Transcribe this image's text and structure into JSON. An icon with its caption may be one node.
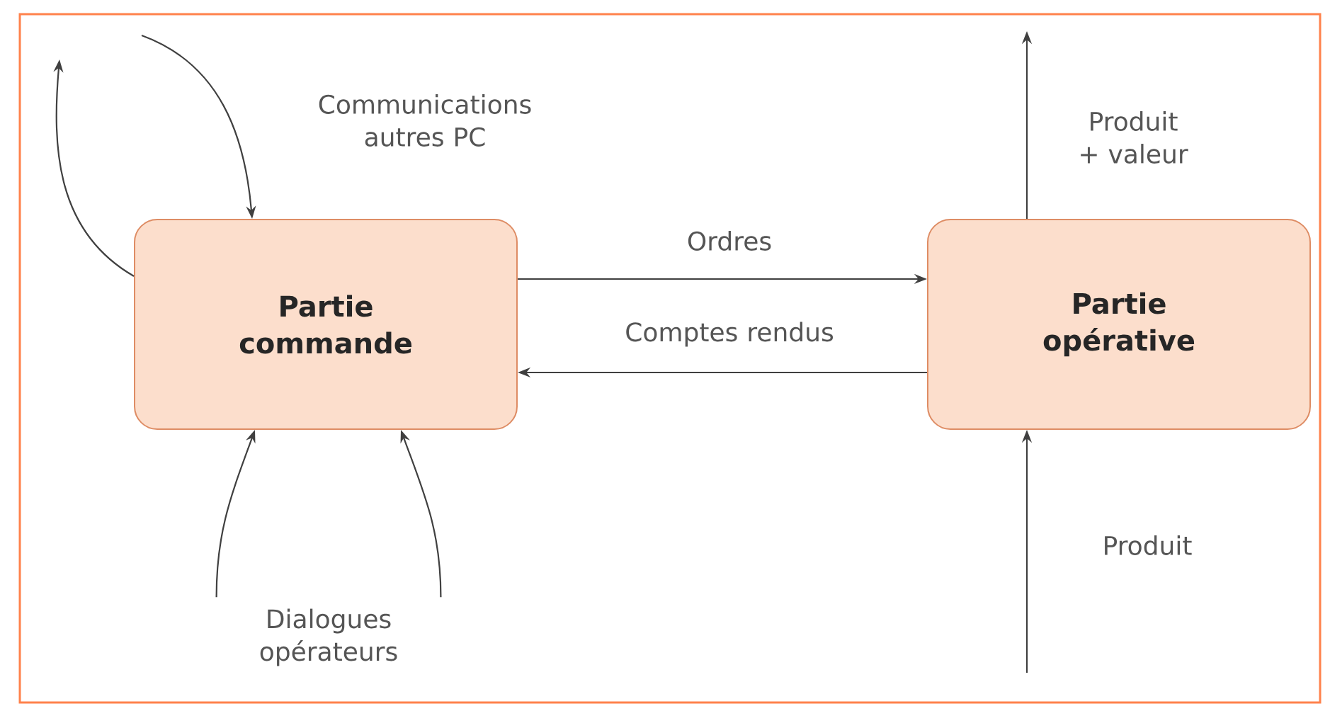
{
  "diagram": {
    "nodes": [
      {
        "text": [
          "Partie commande"
        ]
      },
      {
        "text": [
          "Partie opérative"
        ]
      },
      {
        "text": [
          "Dialogues opérateurs"
        ]
      }
    ],
    "edges": [
      {
        "from": 0,
        "to": 1,
        "arrow": "to",
        "label": "Ordres"
      },
      {
        "from": 1,
        "to": 0,
        "arrow": "to",
        "label": "Comptes rendus"
      },
      {
        "from": null,
        "to": 0,
        "arrow": "to",
        "label": "Communications autres PC"
      },
      {
        "from": 0,
        "to": null,
        "arrow": "to"
      },
      {
        "from": 2,
        "to": 0,
        "arrow": "to"
      },
      {
        "from": 2,
        "to": 0,
        "arrow": "to"
      },
      {
        "from": 1,
        "to": null,
        "arrow": "to",
        "label": "Produit + valeur"
      },
      {
        "from": null,
        "to": 1,
        "arrow": "to",
        "label": "Produit"
      }
    ]
  }
}
